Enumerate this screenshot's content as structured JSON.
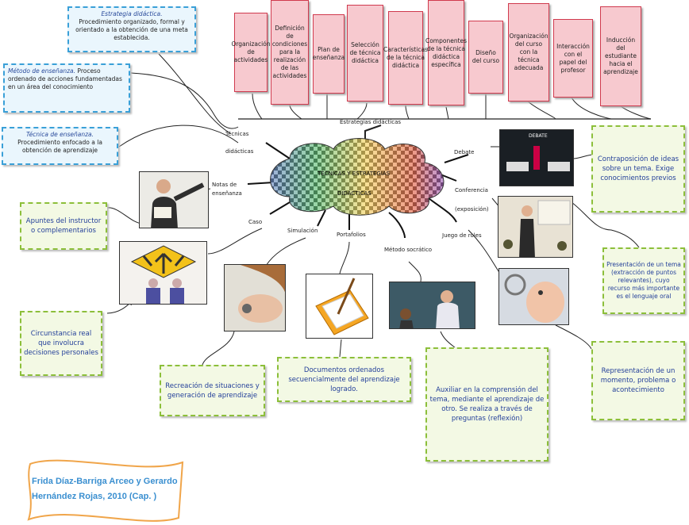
{
  "definitions": {
    "strategy": {
      "title": "Estrategia didáctica.",
      "text": "Procedimiento organizado, formal y orientado a la obtención de una meta establecida."
    },
    "method": {
      "title": "Método de enseñanza.",
      "text": "Proceso ordenado de acciones fundamentadas en un área del conocimiento"
    },
    "technique": {
      "title": "Técnica de enseñanza.",
      "text": "Procedimiento enfocado a la obtención de aprendizaje"
    }
  },
  "strategy_items": [
    "Organización de actividades",
    "Definición de condiciones para la realización de las actividades",
    "Plan de enseñanza",
    "Selección de técnica didáctica",
    "Características de la técnica didáctica",
    "Componentes de la técnica didáctica específica",
    "Diseño del curso",
    "Organización del curso con la técnica adecuada",
    "Interacción con el papel del profesor",
    "Inducción del estudiante hacia el aprendizaje"
  ],
  "center": {
    "line1": "TÉCNICAS Y ESTRATEGIAS",
    "line2": "DIDÁCTICAS"
  },
  "branches": {
    "estrategias": "Estrategias didácticas",
    "tecnicas": "Técnicas didácticas",
    "notas": "Notas de enseñanza",
    "caso": "Caso",
    "simulacion": "Simulación",
    "portafolios": "Portafolios",
    "socratico": "Método socrático",
    "juego": "Juego de roles",
    "conferencia": "Conferencia (exposición)",
    "debate": "Debate"
  },
  "descriptions": {
    "notas": "Apuntes del instructor o complementarios",
    "caso": "Circunstancia real que involucra decisiones personales",
    "simulacion": "Recreación de situaciones y generación de aprendizaje",
    "portafolios": "Documentos ordenados secuencialmente del aprendizaje logrado.",
    "socratico": "Auxiliar en la comprensión del tema, mediante el aprendizaje de otro. Se realiza a través de preguntas (reflexión)",
    "juego": "Representación de un momento, problema o acontecimiento",
    "conferencia": "Presentación de un tema (extracción de puntos relevantes), cuyo recurso más importante es el lenguaje oral",
    "debate": "Contraposición de ideas sobre un tema. Exige conocimientos previos"
  },
  "debate_sign": "DEBATE",
  "citation": "Frida Díaz-Barriga Arceo  y  Gerardo Hernández Rojas, 2010 (Cap. )"
}
